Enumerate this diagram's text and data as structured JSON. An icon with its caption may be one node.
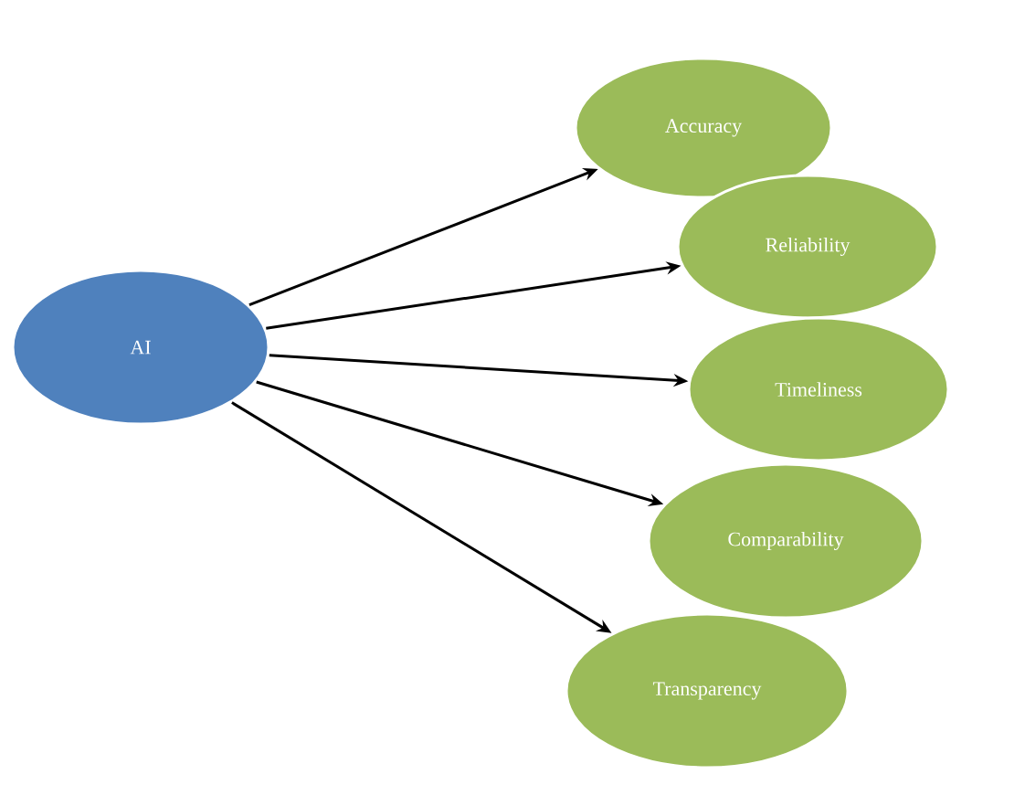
{
  "diagram": {
    "nodes": [
      {
        "text": [
          "AI"
        ]
      },
      {
        "text": [
          "Accuracy"
        ]
      },
      {
        "text": [
          "Reliability"
        ]
      },
      {
        "text": [
          "Timeliness"
        ]
      },
      {
        "text": [
          "Comparability"
        ]
      },
      {
        "text": [
          "Transparency"
        ]
      }
    ],
    "edges": [
      {
        "from": 0,
        "to": 1,
        "arrow": "to"
      },
      {
        "from": 0,
        "to": 2,
        "arrow": "to"
      },
      {
        "from": 0,
        "to": 3,
        "arrow": "to"
      },
      {
        "from": 0,
        "to": 4,
        "arrow": "to"
      },
      {
        "from": 0,
        "to": 5,
        "arrow": "to"
      }
    ]
  }
}
